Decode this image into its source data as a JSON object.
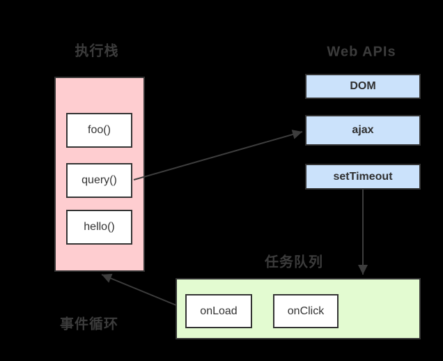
{
  "diagram": {
    "background_color": "#000000",
    "border_color": "#333333",
    "arrow_color": "#3d3d3d",
    "title_color": "#3c3c3c",
    "execution_stack": {
      "title": "执行栈",
      "fill_color": "#fecdd0",
      "frames": [
        {
          "label": "foo()"
        },
        {
          "label": "query()"
        },
        {
          "label": "hello()"
        }
      ]
    },
    "web_apis": {
      "title": "Web APIs",
      "fill_color": "#cbe2fb",
      "apis": [
        {
          "label": "DOM"
        },
        {
          "label": "ajax"
        },
        {
          "label": "setTimeout"
        }
      ]
    },
    "task_queue": {
      "title": "任务队列",
      "fill_color": "#e3fbd1",
      "tasks": [
        {
          "label": "onLoad"
        },
        {
          "label": "onClick"
        }
      ]
    },
    "event_loop": {
      "label": "事件循环"
    },
    "arrows": [
      {
        "name": "query-to-ajax",
        "from": "query()",
        "to": "ajax"
      },
      {
        "name": "settimeout-to-task-queue",
        "from": "setTimeout",
        "to": "任务队列"
      },
      {
        "name": "task-queue-to-stack",
        "from": "任务队列",
        "to": "执行栈"
      }
    ]
  }
}
